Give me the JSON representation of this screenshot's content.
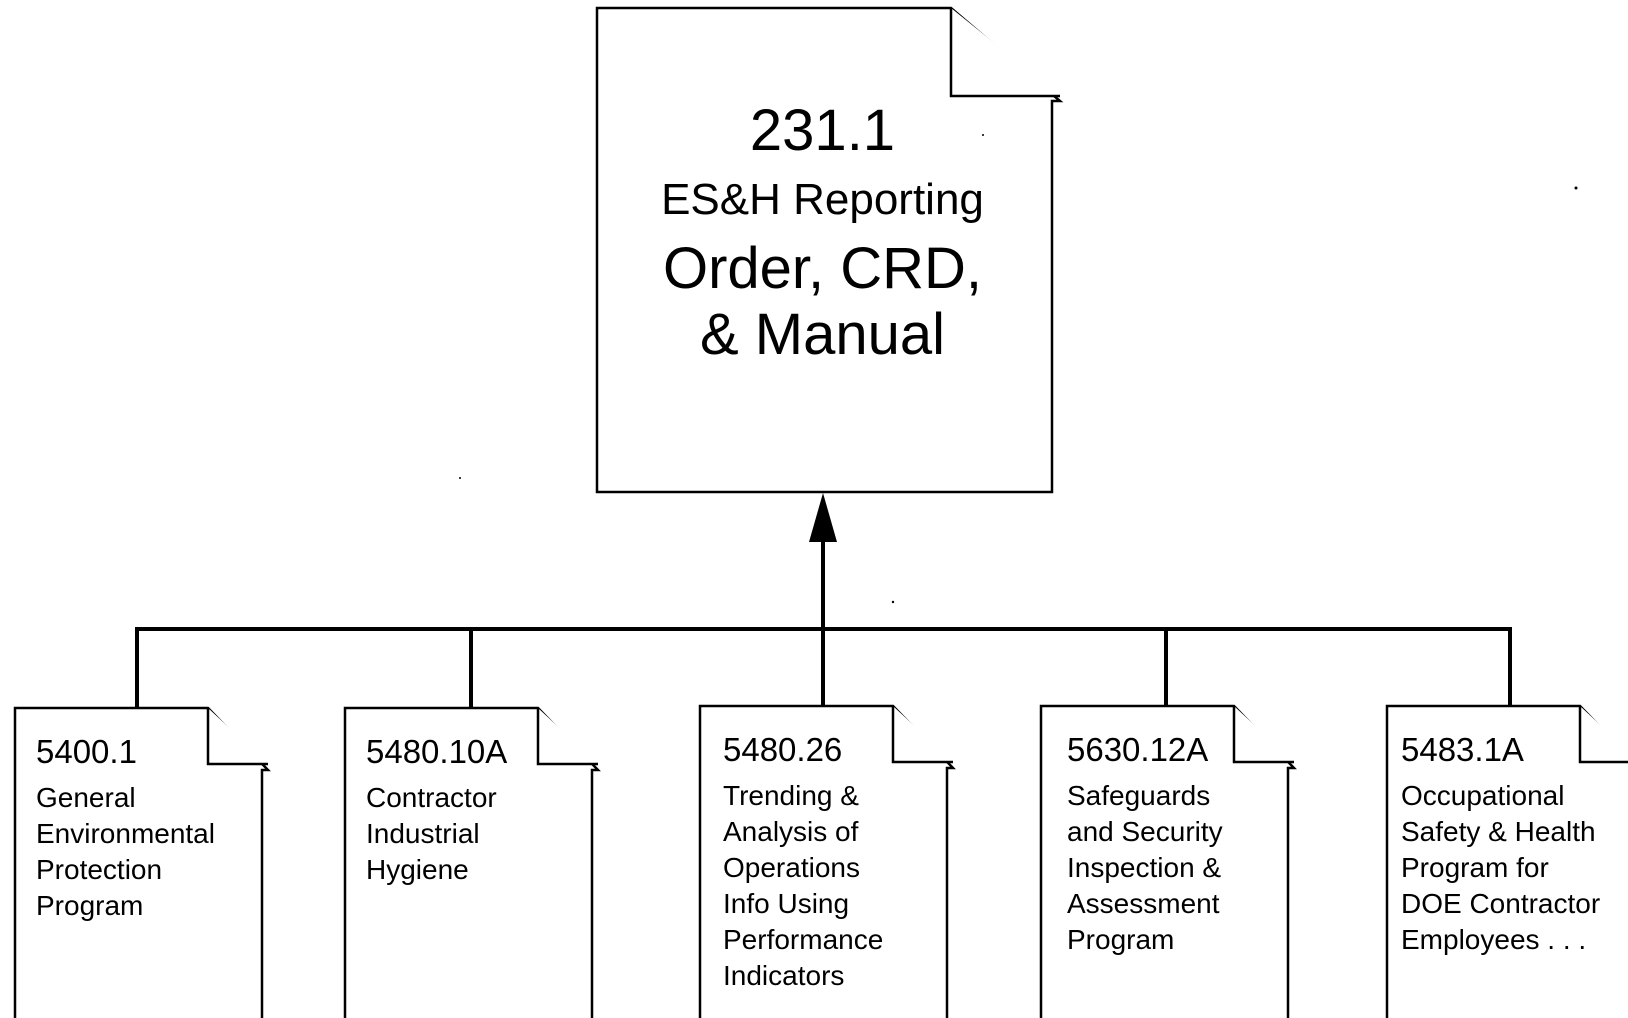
{
  "parent": {
    "number": "231.1",
    "subtitle": "ES&H Reporting",
    "title": "Order, CRD,\n& Manual"
  },
  "children": [
    {
      "number": "5400.1",
      "description": "General\nEnvironmental\nProtection\nProgram"
    },
    {
      "number": "5480.10A",
      "description": "Contractor\nIndustrial\nHygiene"
    },
    {
      "number": "5480.26",
      "description": "Trending &\nAnalysis of\nOperations\nInfo Using\nPerformance\nIndicators"
    },
    {
      "number": "5630.12A",
      "description": "Safeguards\nand Security\nInspection &\nAssessment\nProgram"
    },
    {
      "number": "5483.1A",
      "description": "Occupational\nSafety & Health\nProgram for\nDOE Contractor\nEmployees . . ."
    }
  ],
  "colors": {
    "line": "#000000",
    "fill": "#ffffff"
  }
}
